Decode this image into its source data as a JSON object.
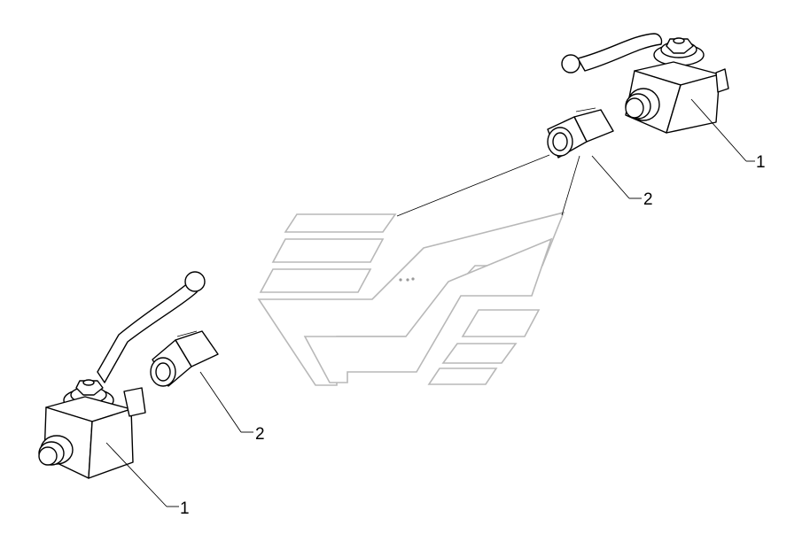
{
  "callouts": {
    "valve_right": "1",
    "fitting_right": "2",
    "fitting_left": "2",
    "valve_left": "1"
  },
  "parts": [
    {
      "number": "1",
      "icon": "ball-valve-icon"
    },
    {
      "number": "2",
      "icon": "compression-fitting-icon"
    }
  ],
  "watermark": {
    "icon": "brand-logo-watermark"
  }
}
